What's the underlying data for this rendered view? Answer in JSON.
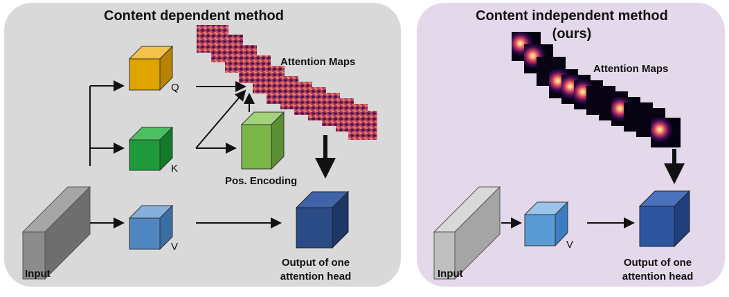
{
  "left_panel": {
    "title": "Content dependent method",
    "background": "#d9d9d9",
    "labels": {
      "q": "Q",
      "k": "K",
      "v": "V",
      "pos_encoding": "Pos. Encoding",
      "attention_maps": "Attention Maps",
      "input": "Input",
      "output_line1": "Output of one",
      "output_line2": "attention head"
    },
    "colors": {
      "query": "#e0a400",
      "key": "#1f9a3a",
      "value": "#4f86c0",
      "pos_encoding": "#7ab648",
      "input": "#8c8c8c",
      "output": "#2a4b86"
    }
  },
  "right_panel": {
    "title_line1": "Content independent method",
    "title_line2": "(ours)",
    "background": "#e4d9ea",
    "labels": {
      "v": "V",
      "attention_maps": "Attention Maps",
      "input": "Input",
      "output_line1": "Output of one",
      "output_line2": "attention head"
    },
    "colors": {
      "value": "#5b9bd5",
      "input": "#bfbfbf",
      "output": "#2e56a0"
    }
  },
  "icons": {
    "arrow": "arrow-icon",
    "cube": "cube-icon",
    "heatmap": "heatmap-icon"
  }
}
